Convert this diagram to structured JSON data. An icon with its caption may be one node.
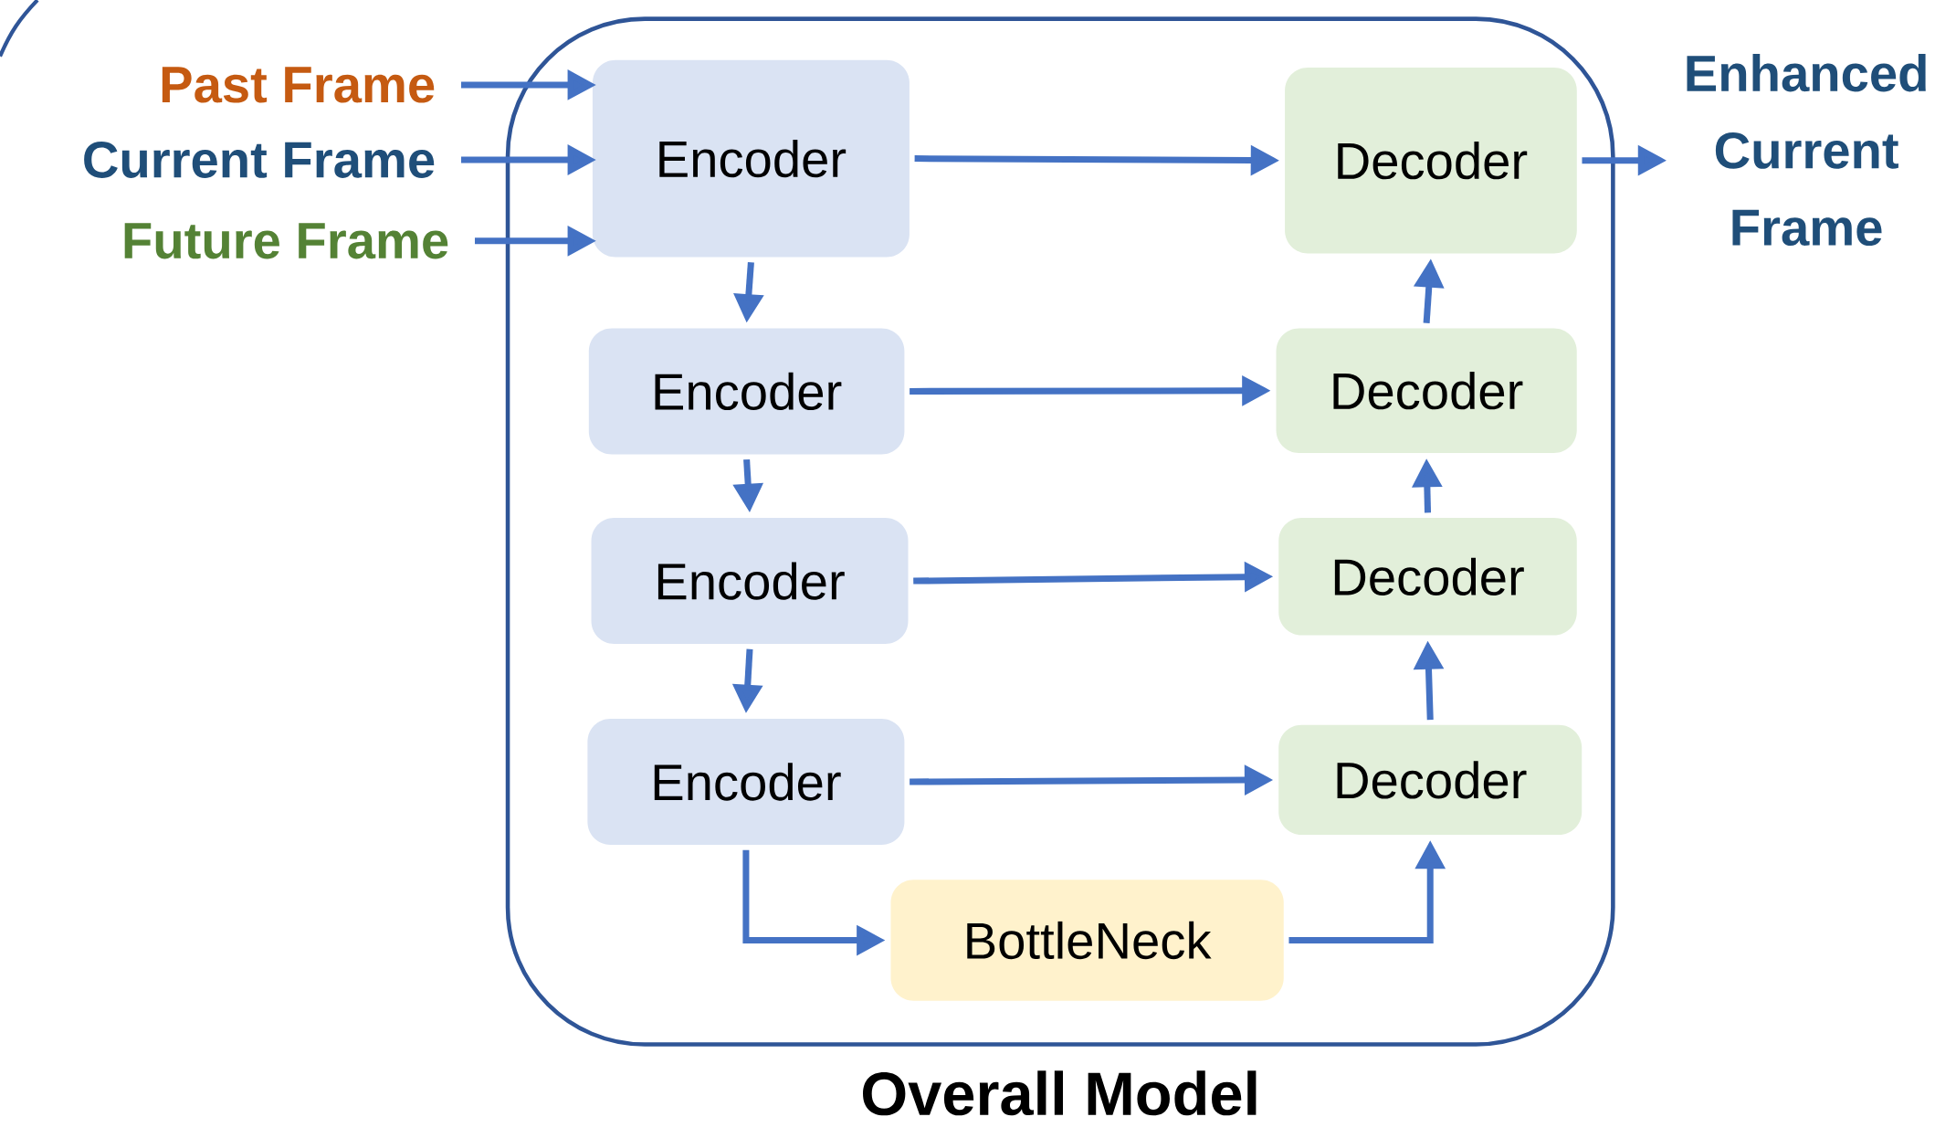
{
  "diagram": {
    "nodes": [
      {
        "text": [
          "Past Frame"
        ]
      },
      {
        "text": [
          "Current Frame"
        ]
      },
      {
        "text": [
          "Future Frame"
        ]
      },
      {
        "text": [
          "Overall Model"
        ]
      },
      {
        "text": [
          "Encoder"
        ],
        "in": 3
      },
      {
        "text": [
          "Encoder"
        ],
        "in": 3
      },
      {
        "text": [
          "Encoder"
        ],
        "in": 3
      },
      {
        "text": [
          "Encoder"
        ],
        "in": 3
      },
      {
        "text": [
          "BottleNeck"
        ],
        "in": 3
      },
      {
        "text": [
          "Decoder"
        ],
        "in": 3
      },
      {
        "text": [
          "Decoder"
        ],
        "in": 3
      },
      {
        "text": [
          "Decoder"
        ],
        "in": 3
      },
      {
        "text": [
          "Decoder"
        ],
        "in": 3
      },
      {
        "text": [
          "Enhanced Current Frame"
        ]
      }
    ],
    "edges": [
      {
        "from": 0,
        "to": 4,
        "arrow": "to"
      },
      {
        "from": 1,
        "to": 4,
        "arrow": "to"
      },
      {
        "from": 2,
        "to": 4,
        "arrow": "to"
      },
      {
        "from": 4,
        "to": 5,
        "arrow": "to"
      },
      {
        "from": 5,
        "to": 6,
        "arrow": "to"
      },
      {
        "from": 6,
        "to": 7,
        "arrow": "to"
      },
      {
        "from": 4,
        "to": 9,
        "arrow": "to"
      },
      {
        "from": 5,
        "to": 10,
        "arrow": "to"
      },
      {
        "from": 6,
        "to": 11,
        "arrow": "to"
      },
      {
        "from": 7,
        "to": 12,
        "arrow": "to"
      },
      {
        "from": 7,
        "to": 8,
        "arrow": "to"
      },
      {
        "from": 8,
        "to": 12,
        "arrow": "to"
      },
      {
        "from": 12,
        "to": 11,
        "arrow": "to"
      },
      {
        "from": 11,
        "to": 10,
        "arrow": "to"
      },
      {
        "from": 10,
        "to": 9,
        "arrow": "to"
      },
      {
        "from": 9,
        "to": 13,
        "arrow": "to"
      }
    ]
  }
}
